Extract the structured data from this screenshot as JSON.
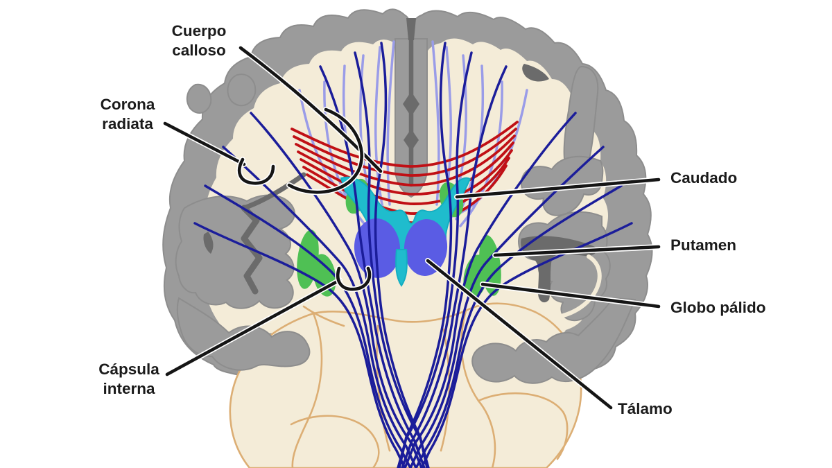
{
  "figure": {
    "type": "anatomical-diagram",
    "subject": "coronal brain section with basal ganglia and fiber tracts",
    "language": "es"
  },
  "labels": {
    "cuerpo_calloso": {
      "line1": "Cuerpo",
      "line2": "calloso"
    },
    "corona_radiata": {
      "line1": "Corona",
      "line2": "radiata"
    },
    "capsula_interna": {
      "line1": "Cápsula",
      "line2": "interna"
    },
    "caudado": {
      "text": "Caudado"
    },
    "putamen": {
      "text": "Putamen"
    },
    "globo_palido": {
      "text": "Globo pálido"
    },
    "talamo": {
      "text": "Tálamo"
    }
  },
  "colors": {
    "background": "#ffffff",
    "cortex_gray": "#9b9b9b",
    "cortex_edge": "#8d8d8d",
    "sulcus_dark": "#6b6b6b",
    "cream": "#f4ecd8",
    "fiber_navy": "#1b1d9a",
    "fiber_periwinkle": "#9a9ce8",
    "fiber_red": "#c01015",
    "ventricle_cyan": "#1fbccd",
    "ventricle_edge": "#14aec2",
    "thalamus_blue": "#5a5ce4",
    "nuclei_green": "#4fc054",
    "brainstem_tan": "#dcae74",
    "leader_black": "#151515",
    "label_text": "#1b1b1b"
  }
}
